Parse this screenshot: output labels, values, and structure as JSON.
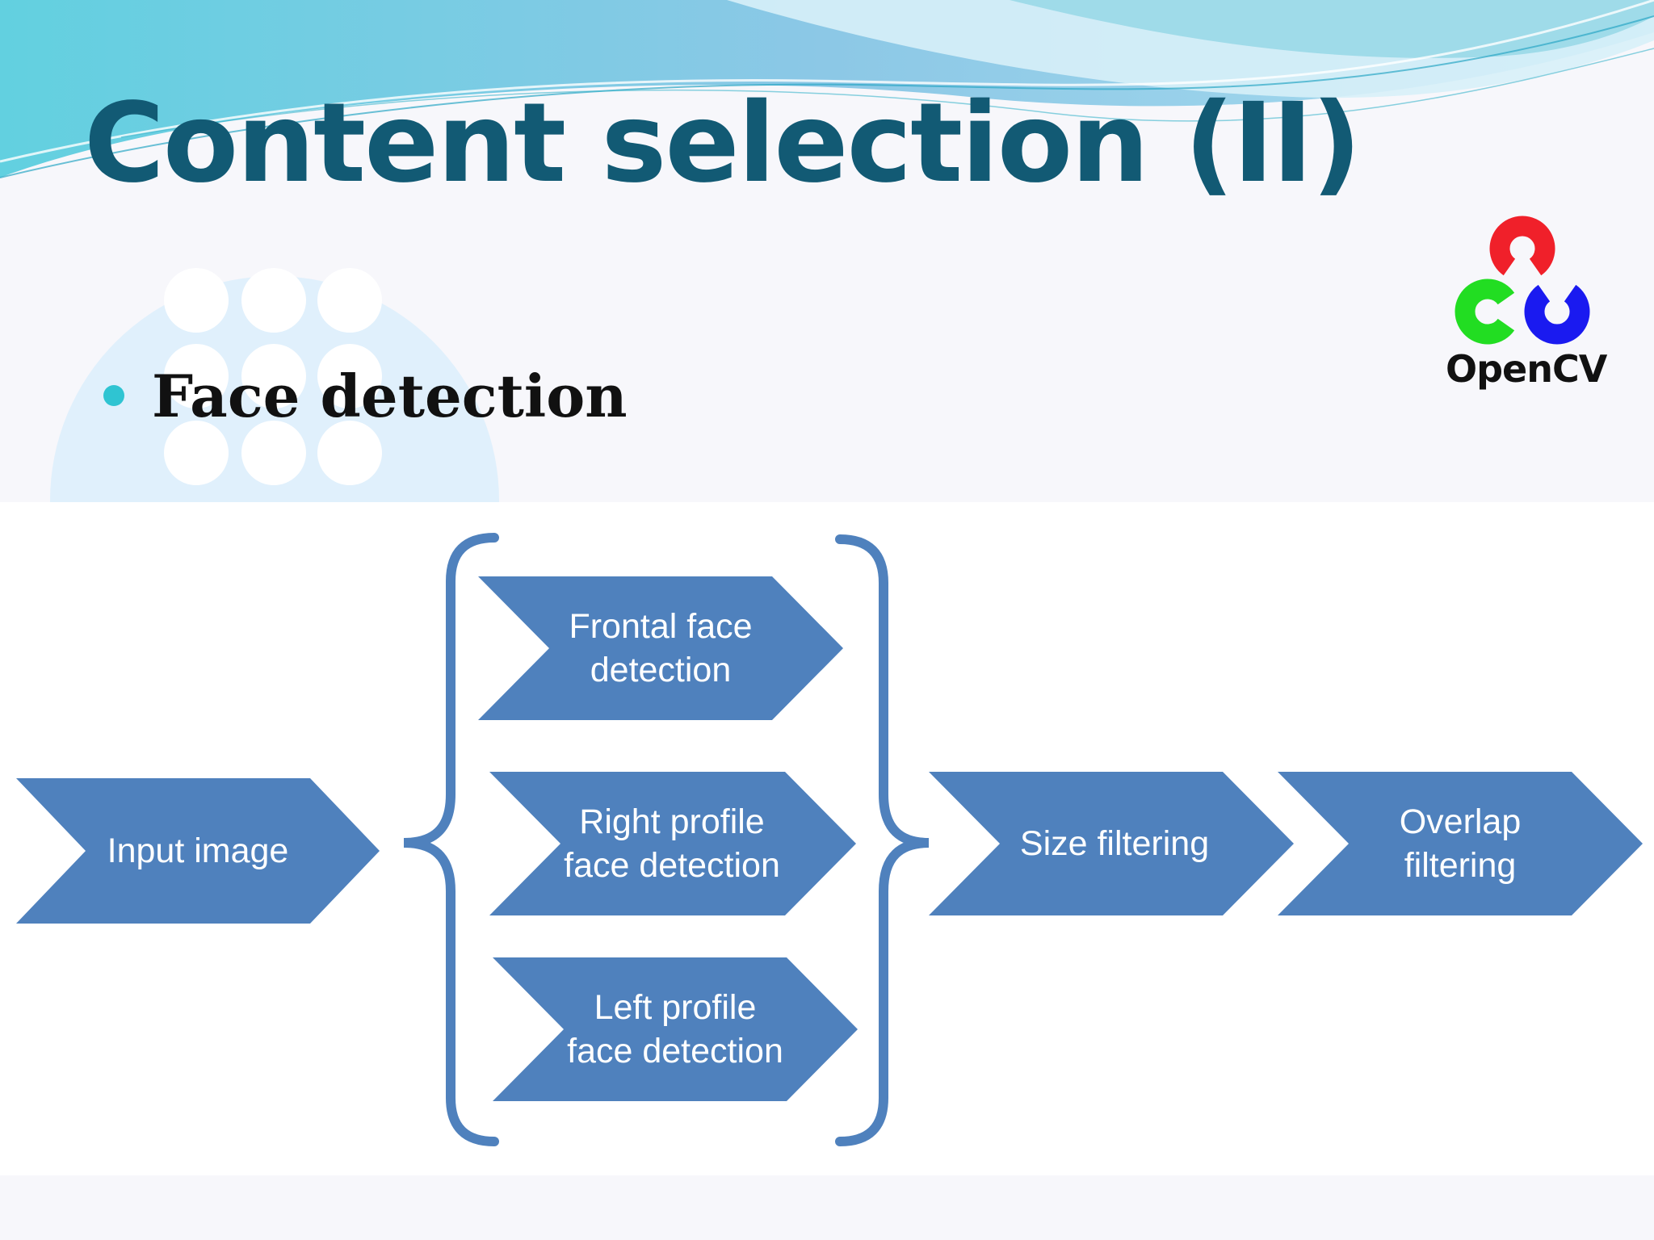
{
  "slide": {
    "title": "Content selection (II)",
    "bullet": "Face detection"
  },
  "logo": {
    "text": "OpenCV",
    "colors": {
      "red": "#f0202a",
      "green": "#22dd22",
      "blue": "#1a1af0"
    }
  },
  "colors": {
    "chevron_fill": "#4f81bd",
    "brace_stroke": "#4f81bd",
    "title": "#125a74",
    "bullet_dot": "#2fc4d2"
  },
  "diagram": {
    "input": "Input image",
    "detectors": [
      "Frontal face detection",
      "Right profile face detection",
      "Left profile face detection"
    ],
    "filters": [
      "Size filtering",
      "Overlap filtering"
    ]
  }
}
